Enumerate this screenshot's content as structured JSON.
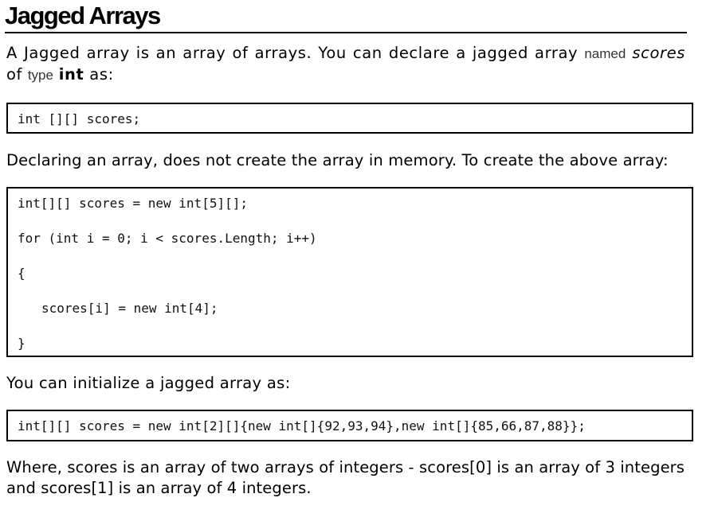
{
  "title": "Jagged Arrays",
  "intro": {
    "text1": "A Jagged array is an array of arrays. You can declare a jagged array",
    "named": "named",
    "var_name": "scores",
    "of": "of",
    "type_word": "type",
    "type_name": "int",
    "as": "as:"
  },
  "code1": "int [][] scores;",
  "para2": "Declaring an array, does not create the array in memory. To create the above array:",
  "code2": [
    "int[][] scores = new int[5][];",
    "for (int i = 0; i < scores.Length; i++)",
    "{",
    "scores[i] = new int[4];",
    "}"
  ],
  "para3": "You can initialize a jagged array as:",
  "code3": "int[][] scores = new int[2][]{new int[]{92,93,94},new int[]{85,66,87,88}};",
  "para4": "Where, scores is an array of two arrays of integers - scores[0] is an array of 3 integers and scores[1] is an array of 4 integers."
}
